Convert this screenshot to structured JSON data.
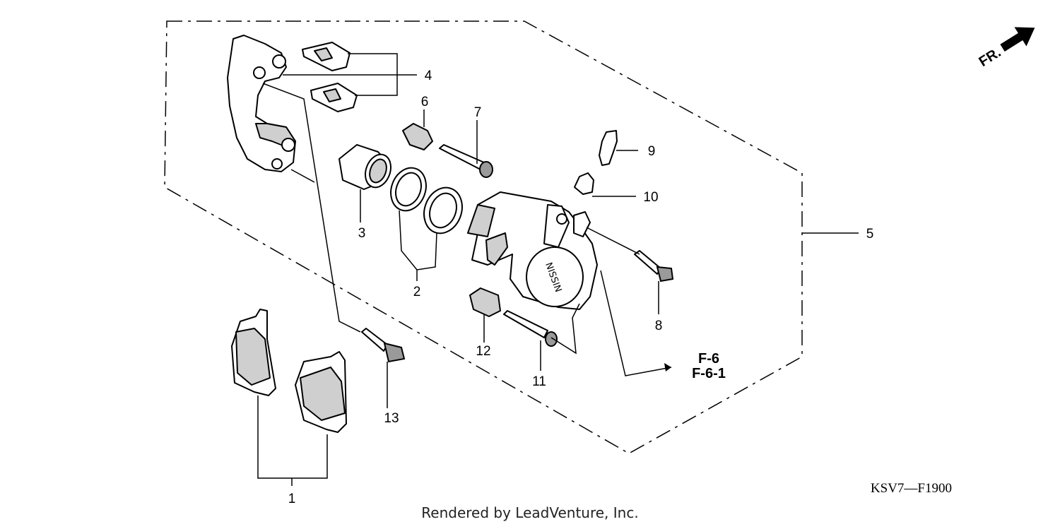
{
  "callouts": {
    "c1": "1",
    "c2": "2",
    "c3": "3",
    "c4": "4",
    "c5": "5",
    "c6": "6",
    "c7": "7",
    "c8": "8",
    "c9": "9",
    "c10": "10",
    "c11": "11",
    "c12": "12",
    "c13": "13"
  },
  "references": {
    "ref1": "F-6",
    "ref2": "F-6-1"
  },
  "direction_indicator": {
    "label": "FR.",
    "icon": "front-direction-arrow-icon"
  },
  "diagram_code": "KSV7—F1900",
  "credit": "Rendered by LeadVenture, Inc.",
  "caliper_brand": "NISSIN",
  "colors": {
    "line": "#000000",
    "background": "#ffffff",
    "part_shading": "#cfcfcf"
  }
}
